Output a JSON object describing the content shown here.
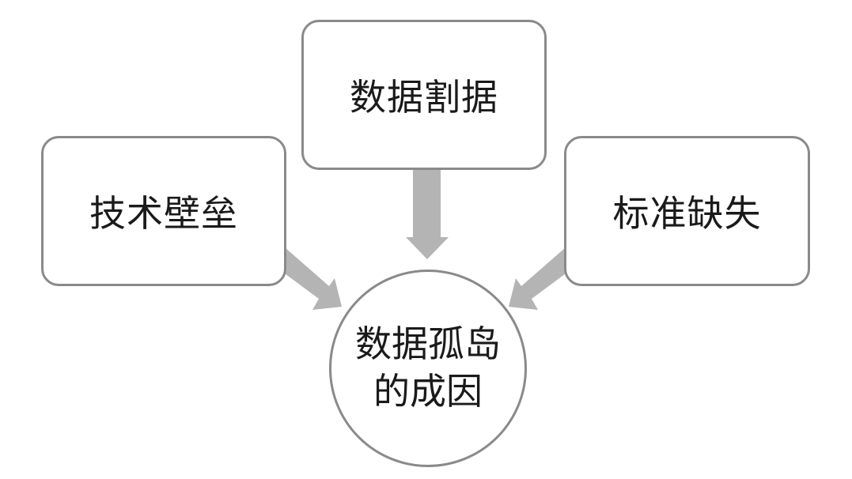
{
  "causes": {
    "top": "数据割据",
    "left": "技术壁垒",
    "right": "标准缺失"
  },
  "center": {
    "line1": "数据孤岛",
    "line2": "的成因"
  },
  "colors": {
    "arrow": "#b4b4b4",
    "border": "#8a8a8a",
    "text": "#1a1a1a"
  }
}
